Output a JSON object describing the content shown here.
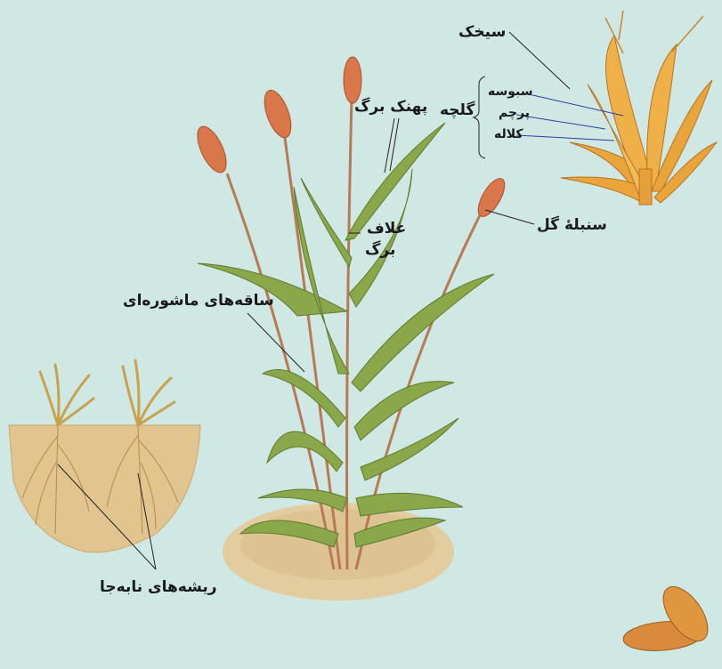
{
  "labels": {
    "awn": "سیخک",
    "spikelet": "گلچه",
    "lemma": "سبوسه",
    "stamen": "پرچم",
    "stigma": "کلاله",
    "leaf_blade": "پهنک برگ",
    "leaf_sheath_line1": "غلاف",
    "leaf_sheath_line2": "برگ",
    "flower_spike": "سنبلهٔ گل",
    "tillers": "ساقه‌های ماشوره‌ای",
    "adventitious_roots": "ریشه‌های نابه‌جا"
  },
  "colors": {
    "background": "#cfe8e4",
    "leaf": "#8aa84a",
    "leaf_dark": "#5f7a2e",
    "stem": "#b77a55",
    "spike": "#d9774a",
    "floret": "#e9a43a",
    "soil": "#e0c79a",
    "root": "#b9955a",
    "leader_black": "#222222",
    "leader_blue": "#2a3f9e"
  }
}
